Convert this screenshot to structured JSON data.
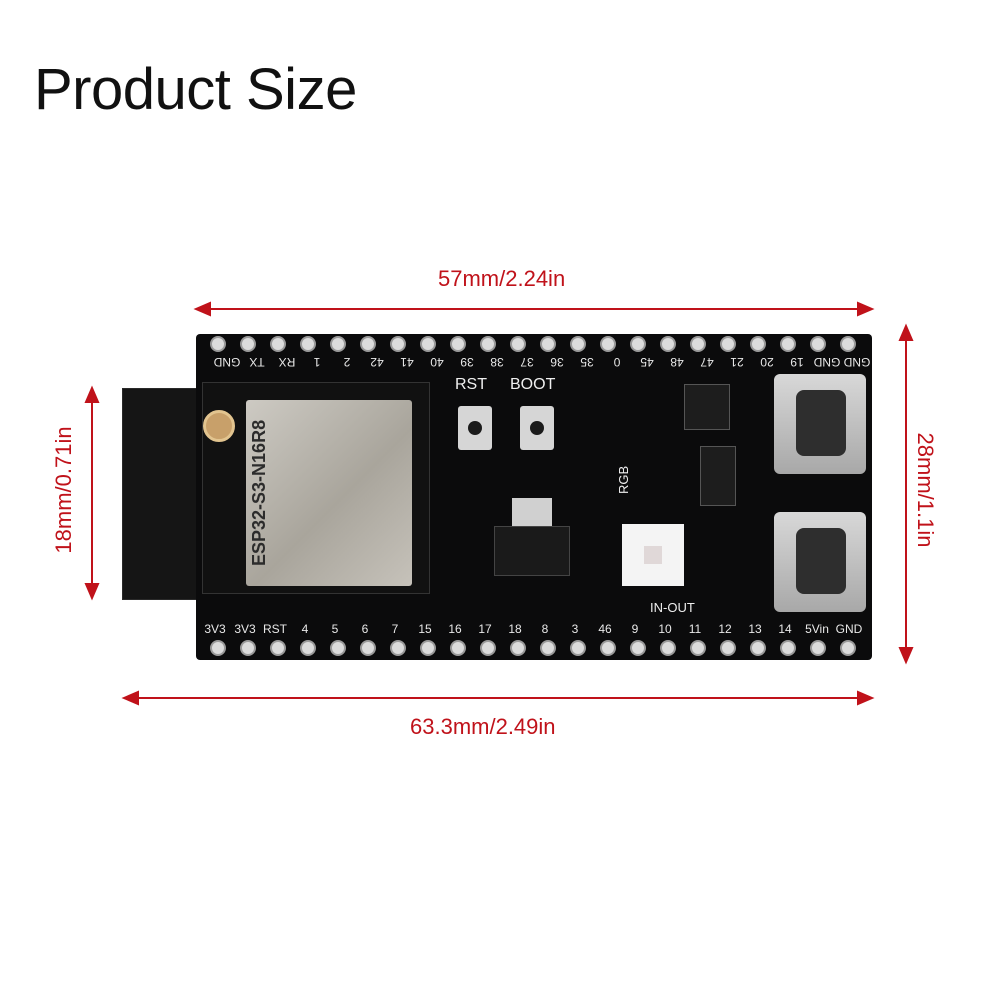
{
  "title": "Product Size",
  "dimensions": {
    "top": "57mm/2.24in",
    "bottom": "63.3mm/2.49in",
    "left": "18mm/0.71in",
    "right": "28mm/1.1in"
  },
  "board": {
    "module_label": "ESP32-S3-N16R8",
    "rst_label": "RST",
    "boot_label": "BOOT",
    "rgb_label": "RGB",
    "inout_label": "IN-OUT",
    "top_pins": [
      "GND",
      "GND",
      "19",
      "20",
      "21",
      "47",
      "48",
      "45",
      "0",
      "35",
      "36",
      "37",
      "38",
      "39",
      "40",
      "41",
      "42",
      "2",
      "1",
      "RX",
      "TX",
      "GND"
    ],
    "bottom_pins": [
      "3V3",
      "3V3",
      "RST",
      "4",
      "5",
      "6",
      "7",
      "15",
      "16",
      "17",
      "18",
      "8",
      "3",
      "46",
      "9",
      "10",
      "11",
      "12",
      "13",
      "14",
      "5Vin",
      "GND"
    ]
  },
  "colors": {
    "dimension": "#c0121a",
    "board": "#0b0b0c"
  }
}
